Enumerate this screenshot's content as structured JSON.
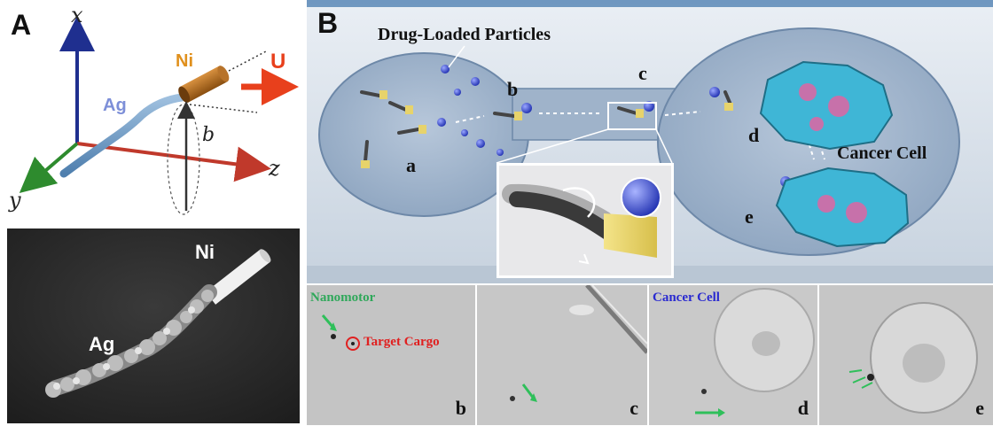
{
  "panel_a": {
    "letter": "A",
    "axes": {
      "x": "x",
      "y": "y",
      "z": "z"
    },
    "labels": {
      "ni": "Ni",
      "ag": "Ag",
      "u": "U",
      "b": "b"
    },
    "sem": {
      "ni": "Ni",
      "ag": "Ag"
    }
  },
  "panel_b": {
    "letter": "B",
    "title": "Drug-Loaded Particles",
    "cancer_cell": "Cancer Cell",
    "steps": [
      "a",
      "b",
      "c",
      "d",
      "e"
    ]
  },
  "micrographs": [
    {
      "label": "b",
      "annotations": {
        "nanomotor": "Nanomotor",
        "target": "Target Cargo"
      }
    },
    {
      "label": "c"
    },
    {
      "label": "d",
      "annotations": {
        "cancer_cell": "Cancer Cell"
      }
    },
    {
      "label": "e"
    }
  ],
  "colors": {
    "axis_x": "#1f2f8f",
    "axis_y": "#2e8b2e",
    "axis_z": "#c0392b",
    "arrow_u": "#e8401c",
    "ni_label": "#e0901c",
    "ag_label": "#7d8fd8",
    "green_arrow": "#2fbf5a",
    "cargo_red": "#e02020",
    "cancer_blue": "#2a2ad0",
    "nanomotor_green": "#2fa85a",
    "cell_cyan": "#3fb6d6"
  }
}
